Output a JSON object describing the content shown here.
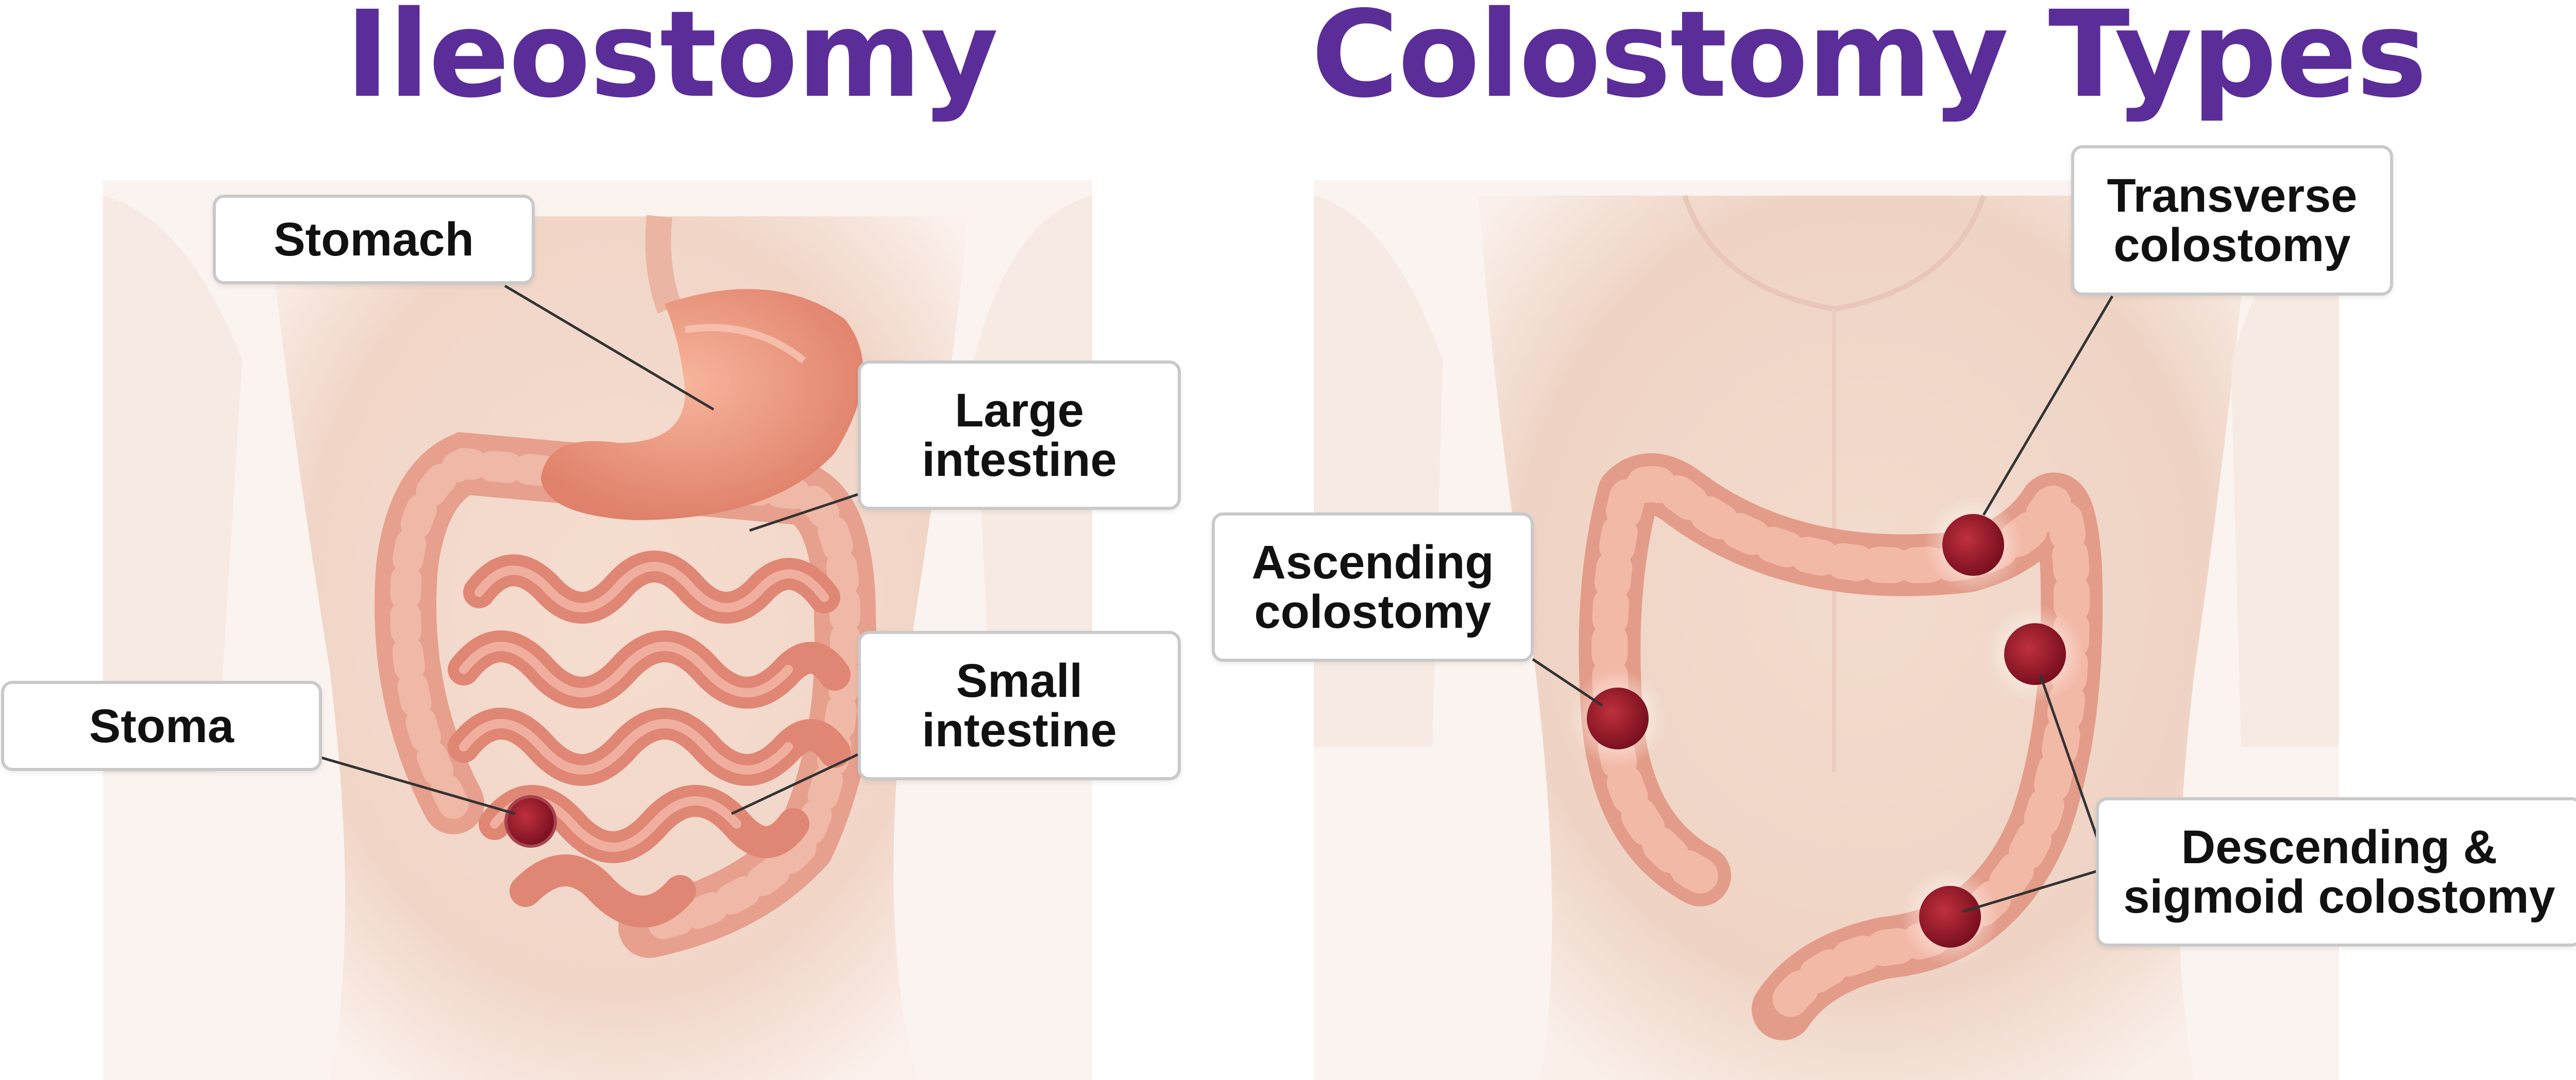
{
  "titles": {
    "ileostomy": "Ileostomy",
    "colostomy": "Colostomy Types"
  },
  "colors": {
    "title": "#5b2d99",
    "skin": "#f3d9cc",
    "intestine": "#e79a86",
    "intestine_dark": "#cf7566",
    "stomach": "#ee9f86",
    "stoma": "#9c1b2a",
    "leader": "#333333",
    "label_border": "#c9c9c9"
  },
  "ileostomy_labels": {
    "stomach": "Stomach",
    "large_intestine": "Large\nintestine",
    "small_intestine": "Small\nintestine",
    "stoma": "Stoma"
  },
  "colostomy_labels": {
    "transverse": "Transverse\ncolostomy",
    "ascending": "Ascending\ncolostomy",
    "descending": "Descending &\nsigmoid colostomy"
  }
}
